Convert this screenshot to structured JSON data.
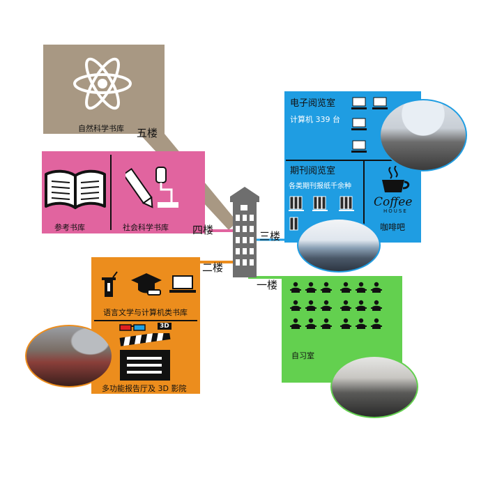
{
  "floors": {
    "f5": "五楼",
    "f4": "四楼",
    "f3": "三楼",
    "f2": "二楼",
    "f1": "一楼"
  },
  "rooms": {
    "natural_science": "自然科学书库",
    "reference": "参考书库",
    "social_science": "社会科学书库",
    "electronic_reading": "电子阅览室",
    "computers": "计算机 339 台",
    "periodical_reading": "期刊阅览室",
    "periodicals": "各类期刊报纸千余种",
    "cafe": "咖啡吧",
    "language_computer": "语言文学与计算机类书库",
    "auditorium": "多功能报告厅及 3D 影院",
    "study_room": "自习室"
  },
  "logos": {
    "coffee_word": "Coffee",
    "coffee_house": "HOUSE",
    "three_d": "3D"
  },
  "colors": {
    "taupe": "#a89883",
    "pink": "#e1649f",
    "blue": "#1f9de2",
    "orange": "#ec8d1d",
    "green": "#63d04f",
    "building": "#6e6e6e"
  }
}
